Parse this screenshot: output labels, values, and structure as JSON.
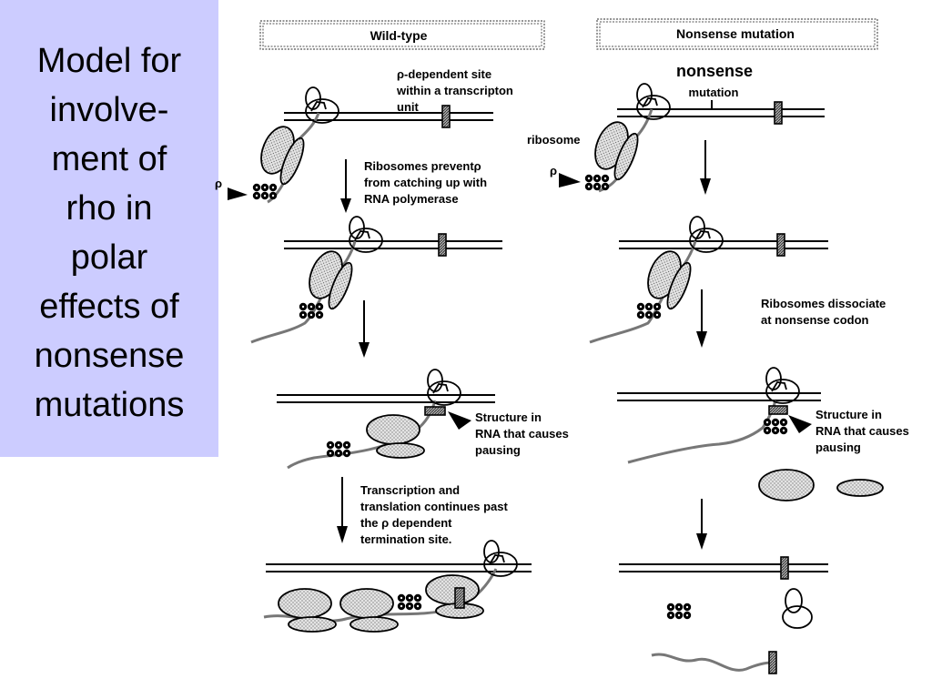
{
  "slide": {
    "title": "Model for\ninvolve-\nment of\nrho in\npolar\neffects of\nnonsense\nmutations",
    "panel_color": "#ccccff"
  },
  "headers": {
    "wild_type": "Wild-type",
    "nonsense": "Nonsense mutation"
  },
  "labels": {
    "rho_site_line1": "ρ-dependent site",
    "rho_site_line2": "within a transcripton",
    "rho_site_line3": "unit",
    "nonsense_big": "nonsense",
    "mutation_small": "mutation",
    "ribosome": "ribosome",
    "rho": "ρ",
    "prevent_line1": "Ribosomes preventρ",
    "prevent_line2": "from catching up with",
    "prevent_line3": "RNA polymerase",
    "dissociate_line1": "Ribosomes dissociate",
    "dissociate_line2": "at nonsense codon",
    "structure_line1": "Structure in",
    "structure_line2": "RNA that causes",
    "structure_line3": "pausing",
    "continues_line1": "Transcription and",
    "continues_line2": "translation continues past",
    "continues_line3": "the ρ dependent",
    "continues_line4": "termination site."
  }
}
